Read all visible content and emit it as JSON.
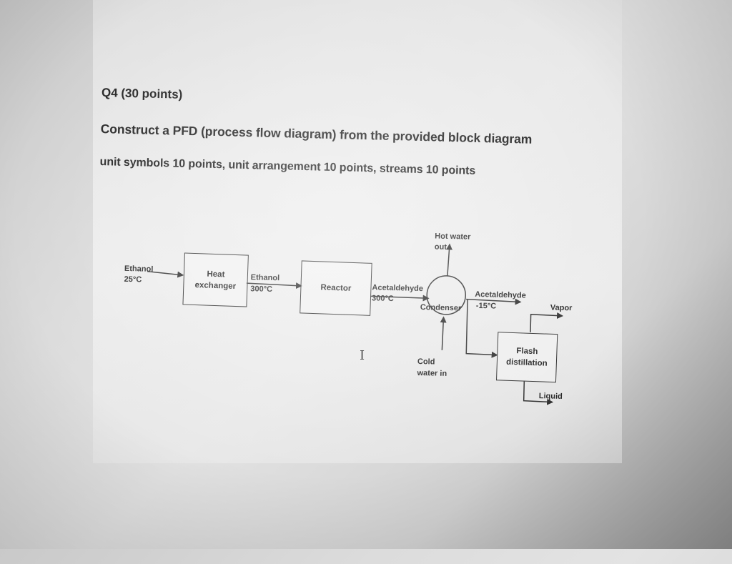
{
  "question": {
    "title": "Q4 (30 points)",
    "instruction": "Construct a PFD (process flow diagram) from the provided block diagram",
    "grading": "unit symbols 10 points, unit arrangement 10 points, streams 10 points"
  },
  "block_diagram": {
    "units": {
      "heat_exchanger": "Heat\nexchanger",
      "reactor": "Reactor",
      "condenser": "Condenser",
      "flash": "Flash\ndistillation"
    },
    "streams": {
      "feed_name": "Ethanol",
      "feed_temp": "25°C",
      "hx_out_name": "Ethanol",
      "hx_out_temp": "300°C",
      "reactor_out_name": "Acetaldehyde",
      "reactor_out_temp": "300°C",
      "cond_out_name": "Acetaldehyde",
      "cond_out_temp": "-15°C",
      "hot_water_out_1": "Hot water",
      "hot_water_out_2": "out",
      "cold_water_in_1": "Cold",
      "cold_water_in_2": "water in",
      "vapor": "Vapor",
      "liquid": "Liquid"
    }
  },
  "cursor": {
    "glyph": "I"
  }
}
